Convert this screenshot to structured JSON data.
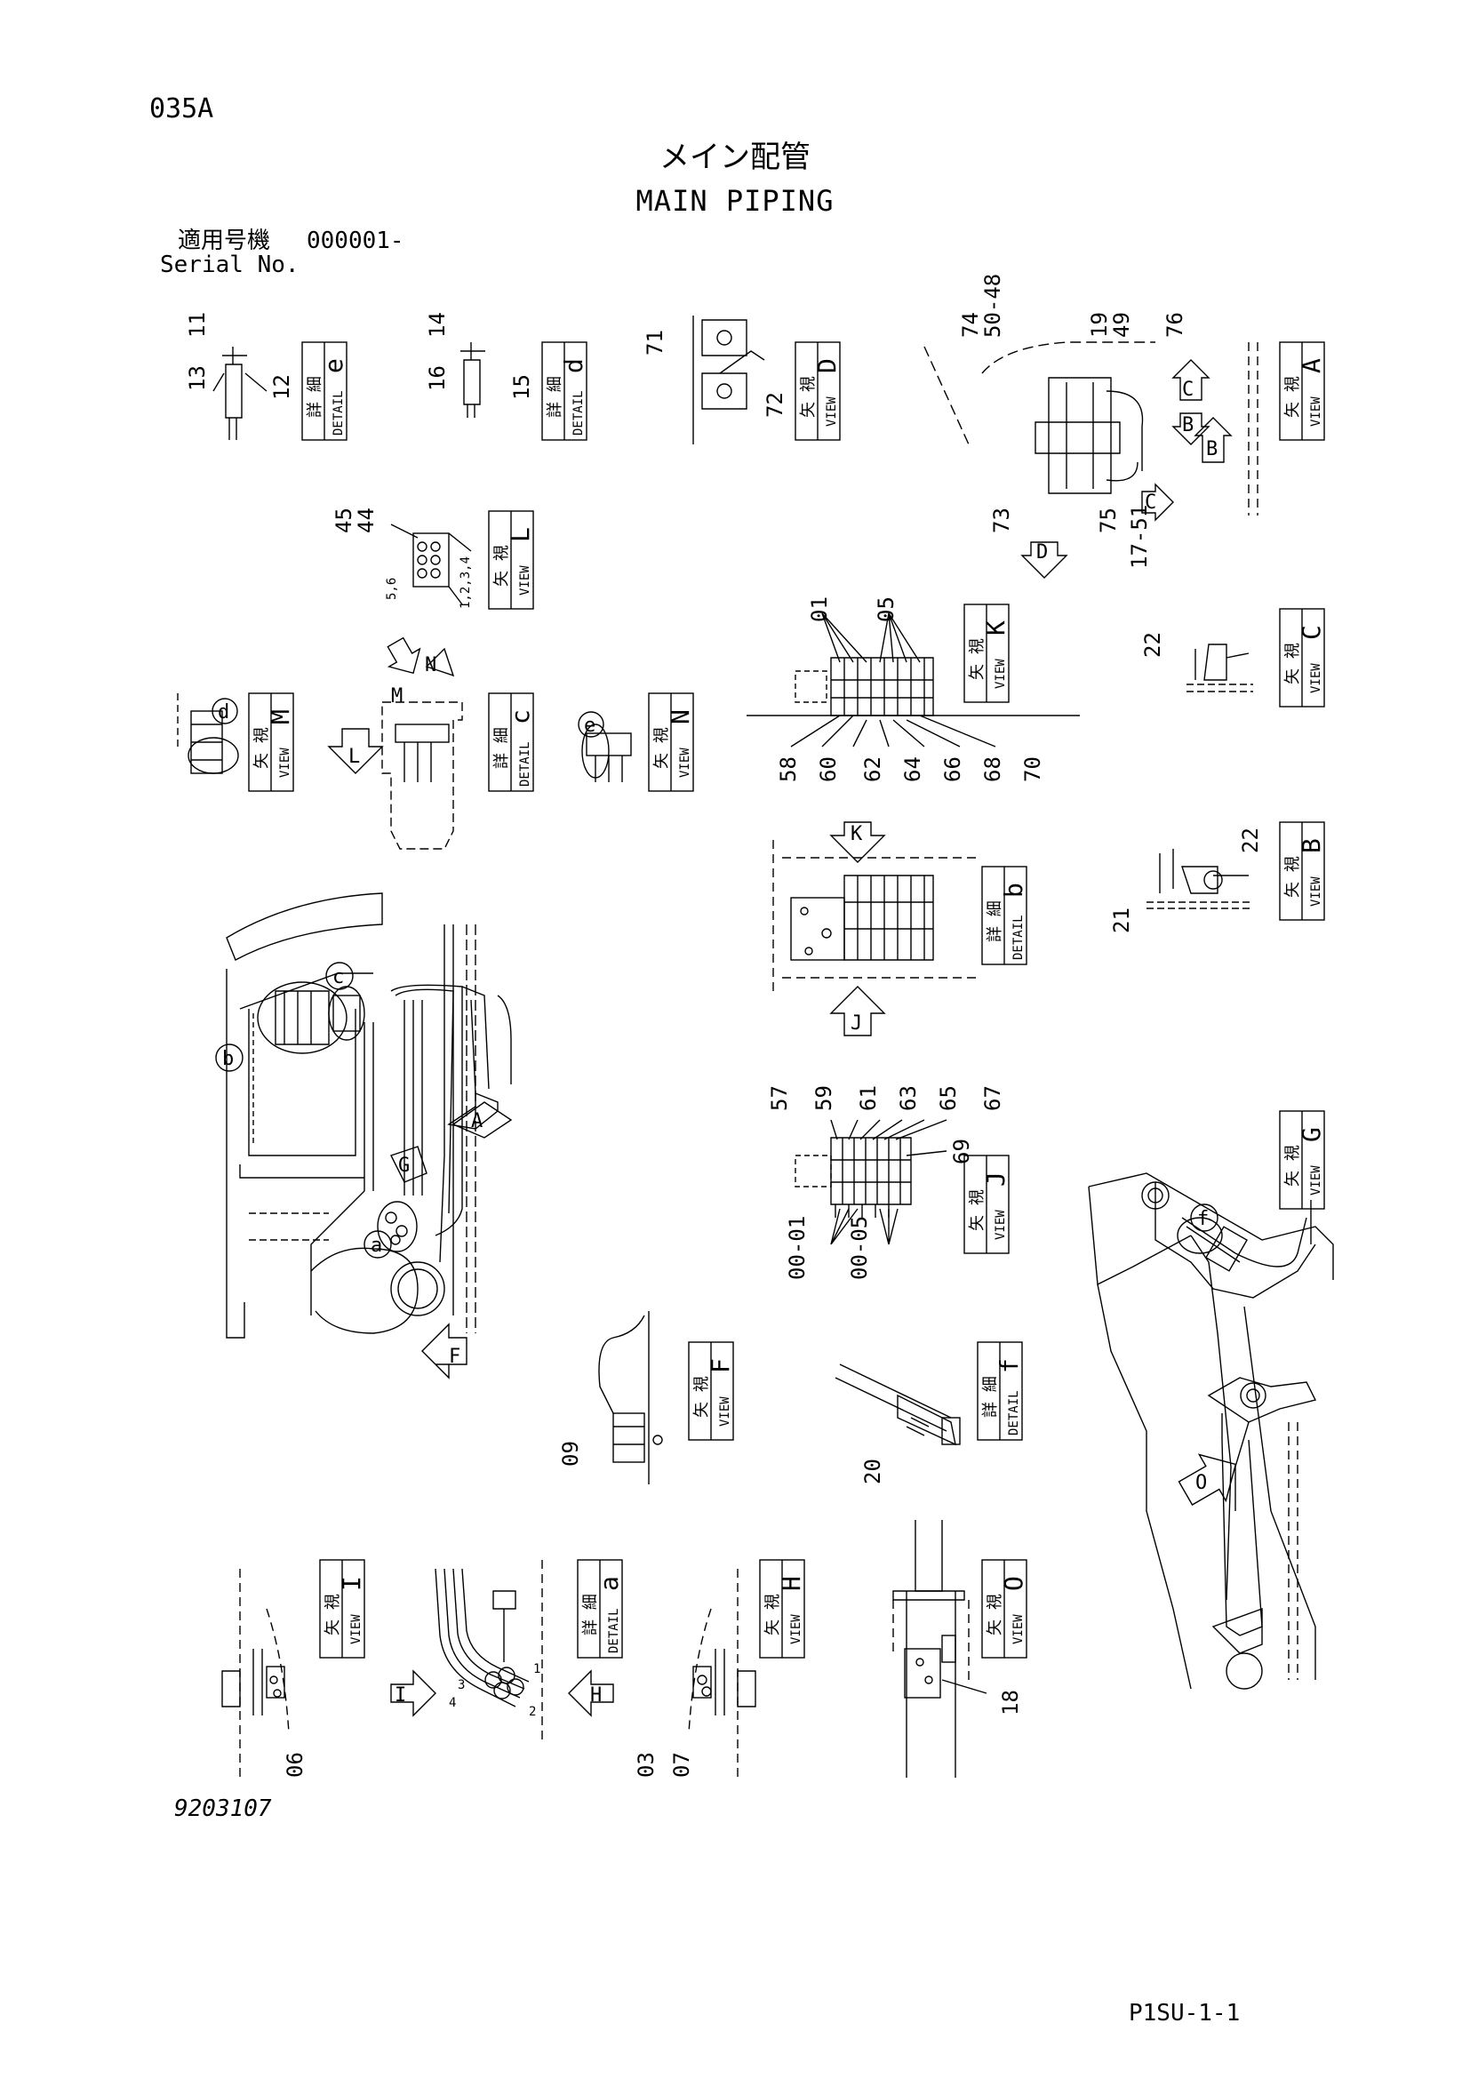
{
  "header": {
    "code": "035A",
    "title_jp": "メイン配管",
    "title_en": "MAIN PIPING",
    "serial_label_jp": "適用号機",
    "serial_value": "000001-",
    "serial_label_en": "Serial No."
  },
  "footer": {
    "drawing_number": "9203107",
    "page_id": "P1SU-1-1"
  },
  "callouts": {
    "c11": "11",
    "c12": "12",
    "c13": "13",
    "c14": "14",
    "c15": "15",
    "c16": "16",
    "c71": "71",
    "c72": "72",
    "c74": "74",
    "c50_48": "50-48",
    "c19": "19",
    "c49": "49",
    "c76": "76",
    "c73": "73",
    "c75": "75",
    "c17_51": "17-51",
    "c45": "45",
    "c44": "44",
    "c5_6": "5,6",
    "c1_4": "1,2,3,4",
    "c01k": "01",
    "c05k": "05",
    "c58": "58",
    "c60": "60",
    "c62": "62",
    "c64": "64",
    "c66": "66",
    "c68": "68",
    "c70": "70",
    "c22c": "22",
    "c22b": "22",
    "c21": "21",
    "c57": "57",
    "c59": "59",
    "c61": "61",
    "c63": "63",
    "c65": "65",
    "c67": "67",
    "c69": "69",
    "c00_01": "00-01",
    "c00_05": "00-05",
    "c09": "09",
    "c20": "20",
    "c18": "18",
    "c06": "06",
    "c03": "03",
    "c07": "07",
    "ca1": "1",
    "ca2": "2",
    "ca3": "3",
    "ca4": "4"
  },
  "labels": {
    "view_jp": "矢 視",
    "view_en": "VIEW",
    "detail_jp": "詳 細",
    "detail_en": "DETAIL",
    "view_e": "e",
    "view_d_detail": "d",
    "view_D": "D",
    "view_A": "A",
    "view_L": "L",
    "view_K": "K",
    "view_C": "C",
    "view_M": "M",
    "detail_c": "c",
    "view_N": "N",
    "detail_b": "b",
    "view_B": "B",
    "view_J": "J",
    "view_G": "G",
    "view_F": "F",
    "detail_f": "f",
    "view_I": "I",
    "detail_a": "a",
    "view_H": "H",
    "view_O": "O"
  },
  "markers": {
    "arrow_A": "A",
    "arrow_B": "B",
    "arrow_C": "C",
    "arrow_D": "D",
    "arrow_F": "F",
    "arrow_G": "G",
    "arrow_H": "H",
    "arrow_I": "I",
    "arrow_J": "J",
    "arrow_K": "K",
    "arrow_L": "L",
    "arrow_M": "M",
    "arrow_N": "N",
    "arrow_O": "O",
    "circle_a": "a",
    "circle_b": "b",
    "circle_c": "c",
    "circle_d": "d",
    "circle_e": "e",
    "circle_f": "f"
  }
}
